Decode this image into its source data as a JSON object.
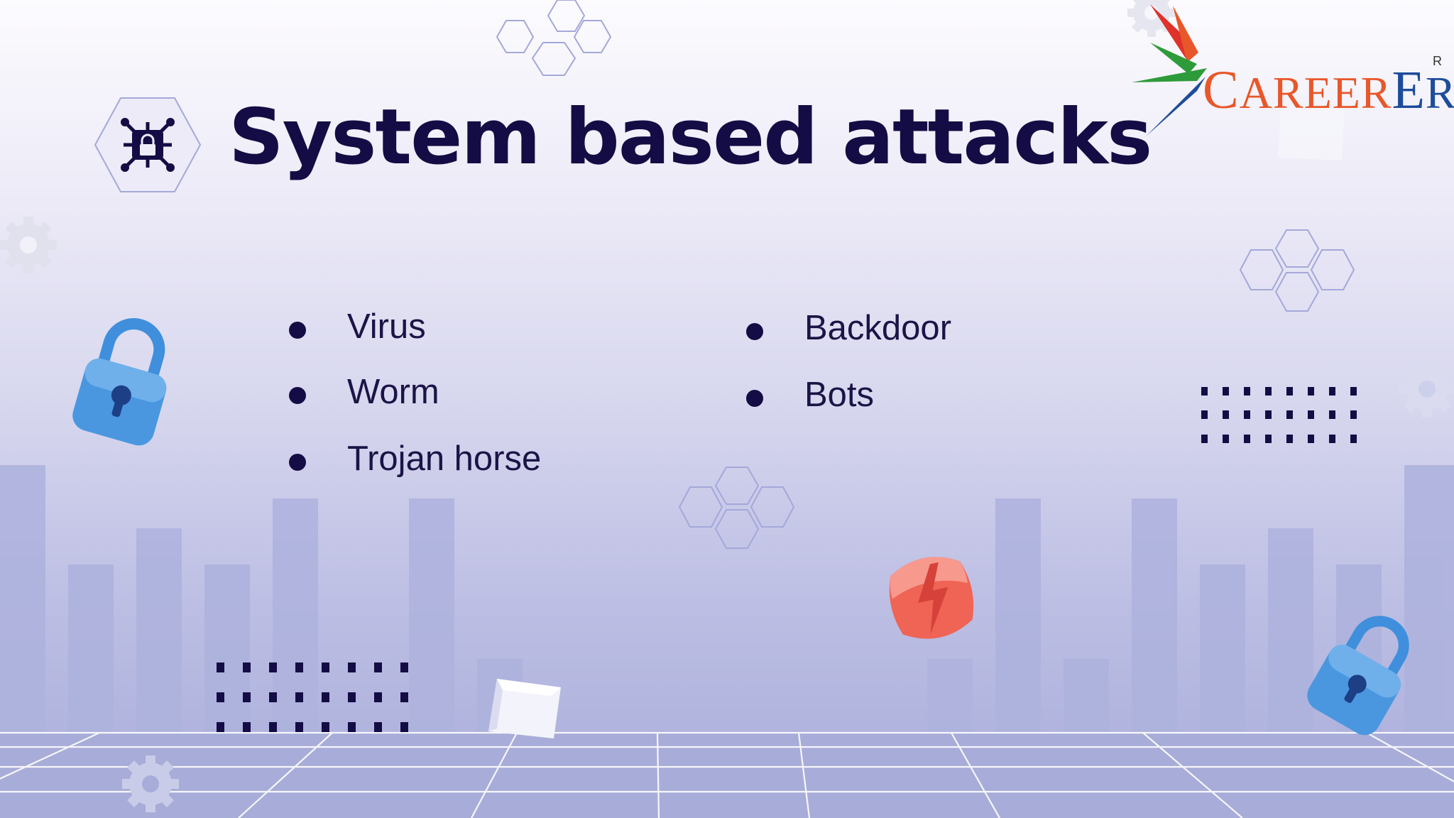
{
  "slide": {
    "title": "System based attacks",
    "title_icon": "secure-chip-icon",
    "bullets_left": [
      "Virus",
      "Worm",
      "Trojan horse"
    ],
    "bullets_right": [
      "Backdoor",
      "Bots"
    ]
  },
  "logo": {
    "text_c": "C",
    "text_areer": "AREER",
    "text_e": "E",
    "text_ra": "RA",
    "registered": "R"
  },
  "colors": {
    "title": "#140c44",
    "bullet_text": "#1b1446",
    "logo_orange": "#e8572a",
    "logo_blue": "#1d4c9a",
    "logo_green": "#2e9b3a",
    "logo_red": "#e0312b",
    "lock_blue": "#3f8fdc",
    "warning_red": "#ef6454"
  },
  "decorations": [
    "hexagon-cluster-icon",
    "gear-icon",
    "padlock-icon",
    "lightning-badge-icon",
    "dot-grid",
    "cube-icon",
    "bar-skyline",
    "perspective-floor-grid"
  ]
}
